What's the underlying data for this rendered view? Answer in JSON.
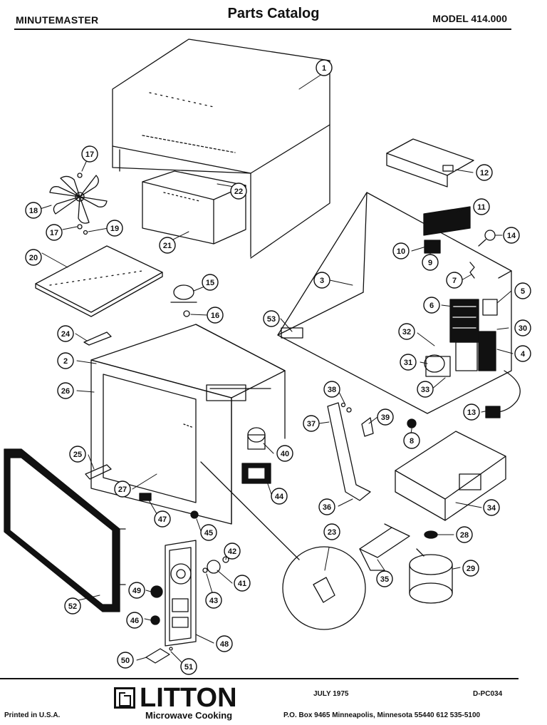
{
  "header": {
    "left": "MINUTEMASTER",
    "title": "Parts Catalog",
    "right": "MODEL 414.000"
  },
  "callouts": [
    {
      "id": "c1",
      "label": "1"
    },
    {
      "id": "c2",
      "label": "2"
    },
    {
      "id": "c3",
      "label": "3"
    },
    {
      "id": "c4",
      "label": "4"
    },
    {
      "id": "c5",
      "label": "5"
    },
    {
      "id": "c6",
      "label": "6"
    },
    {
      "id": "c7",
      "label": "7"
    },
    {
      "id": "c8",
      "label": "8"
    },
    {
      "id": "c9",
      "label": "9"
    },
    {
      "id": "c10",
      "label": "10"
    },
    {
      "id": "c11",
      "label": "11"
    },
    {
      "id": "c12",
      "label": "12"
    },
    {
      "id": "c13",
      "label": "13"
    },
    {
      "id": "c14",
      "label": "14"
    },
    {
      "id": "c15",
      "label": "15"
    },
    {
      "id": "c16",
      "label": "16"
    },
    {
      "id": "c17a",
      "label": "17"
    },
    {
      "id": "c17b",
      "label": "17"
    },
    {
      "id": "c18",
      "label": "18"
    },
    {
      "id": "c19",
      "label": "19"
    },
    {
      "id": "c20",
      "label": "20"
    },
    {
      "id": "c21",
      "label": "21"
    },
    {
      "id": "c22",
      "label": "22"
    },
    {
      "id": "c23",
      "label": "23"
    },
    {
      "id": "c24",
      "label": "24"
    },
    {
      "id": "c25",
      "label": "25"
    },
    {
      "id": "c26",
      "label": "26"
    },
    {
      "id": "c27",
      "label": "27"
    },
    {
      "id": "c28",
      "label": "28"
    },
    {
      "id": "c29",
      "label": "29"
    },
    {
      "id": "c30",
      "label": "30"
    },
    {
      "id": "c31",
      "label": "31"
    },
    {
      "id": "c32",
      "label": "32"
    },
    {
      "id": "c33",
      "label": "33"
    },
    {
      "id": "c34",
      "label": "34"
    },
    {
      "id": "c35",
      "label": "35"
    },
    {
      "id": "c36",
      "label": "36"
    },
    {
      "id": "c37",
      "label": "37"
    },
    {
      "id": "c38",
      "label": "38"
    },
    {
      "id": "c39",
      "label": "39"
    },
    {
      "id": "c40",
      "label": "40"
    },
    {
      "id": "c41",
      "label": "41"
    },
    {
      "id": "c42",
      "label": "42"
    },
    {
      "id": "c43",
      "label": "43"
    },
    {
      "id": "c44",
      "label": "44"
    },
    {
      "id": "c45",
      "label": "45"
    },
    {
      "id": "c46",
      "label": "46"
    },
    {
      "id": "c47",
      "label": "47"
    },
    {
      "id": "c48",
      "label": "48"
    },
    {
      "id": "c49",
      "label": "49"
    },
    {
      "id": "c50",
      "label": "50"
    },
    {
      "id": "c51",
      "label": "51"
    },
    {
      "id": "c52",
      "label": "52"
    },
    {
      "id": "c53",
      "label": "53"
    }
  ],
  "footer": {
    "brand": "LITTON",
    "brand_sub": "Microwave Cooking",
    "printed": "Printed in U.S.A.",
    "date": "JULY 1975",
    "doc_code": "D-PC034",
    "address": "P.O. Box 9465   Minneapolis, Minnesota 55440   612  535-5100"
  },
  "colors": {
    "ink": "#111111",
    "paper": "#ffffff"
  }
}
